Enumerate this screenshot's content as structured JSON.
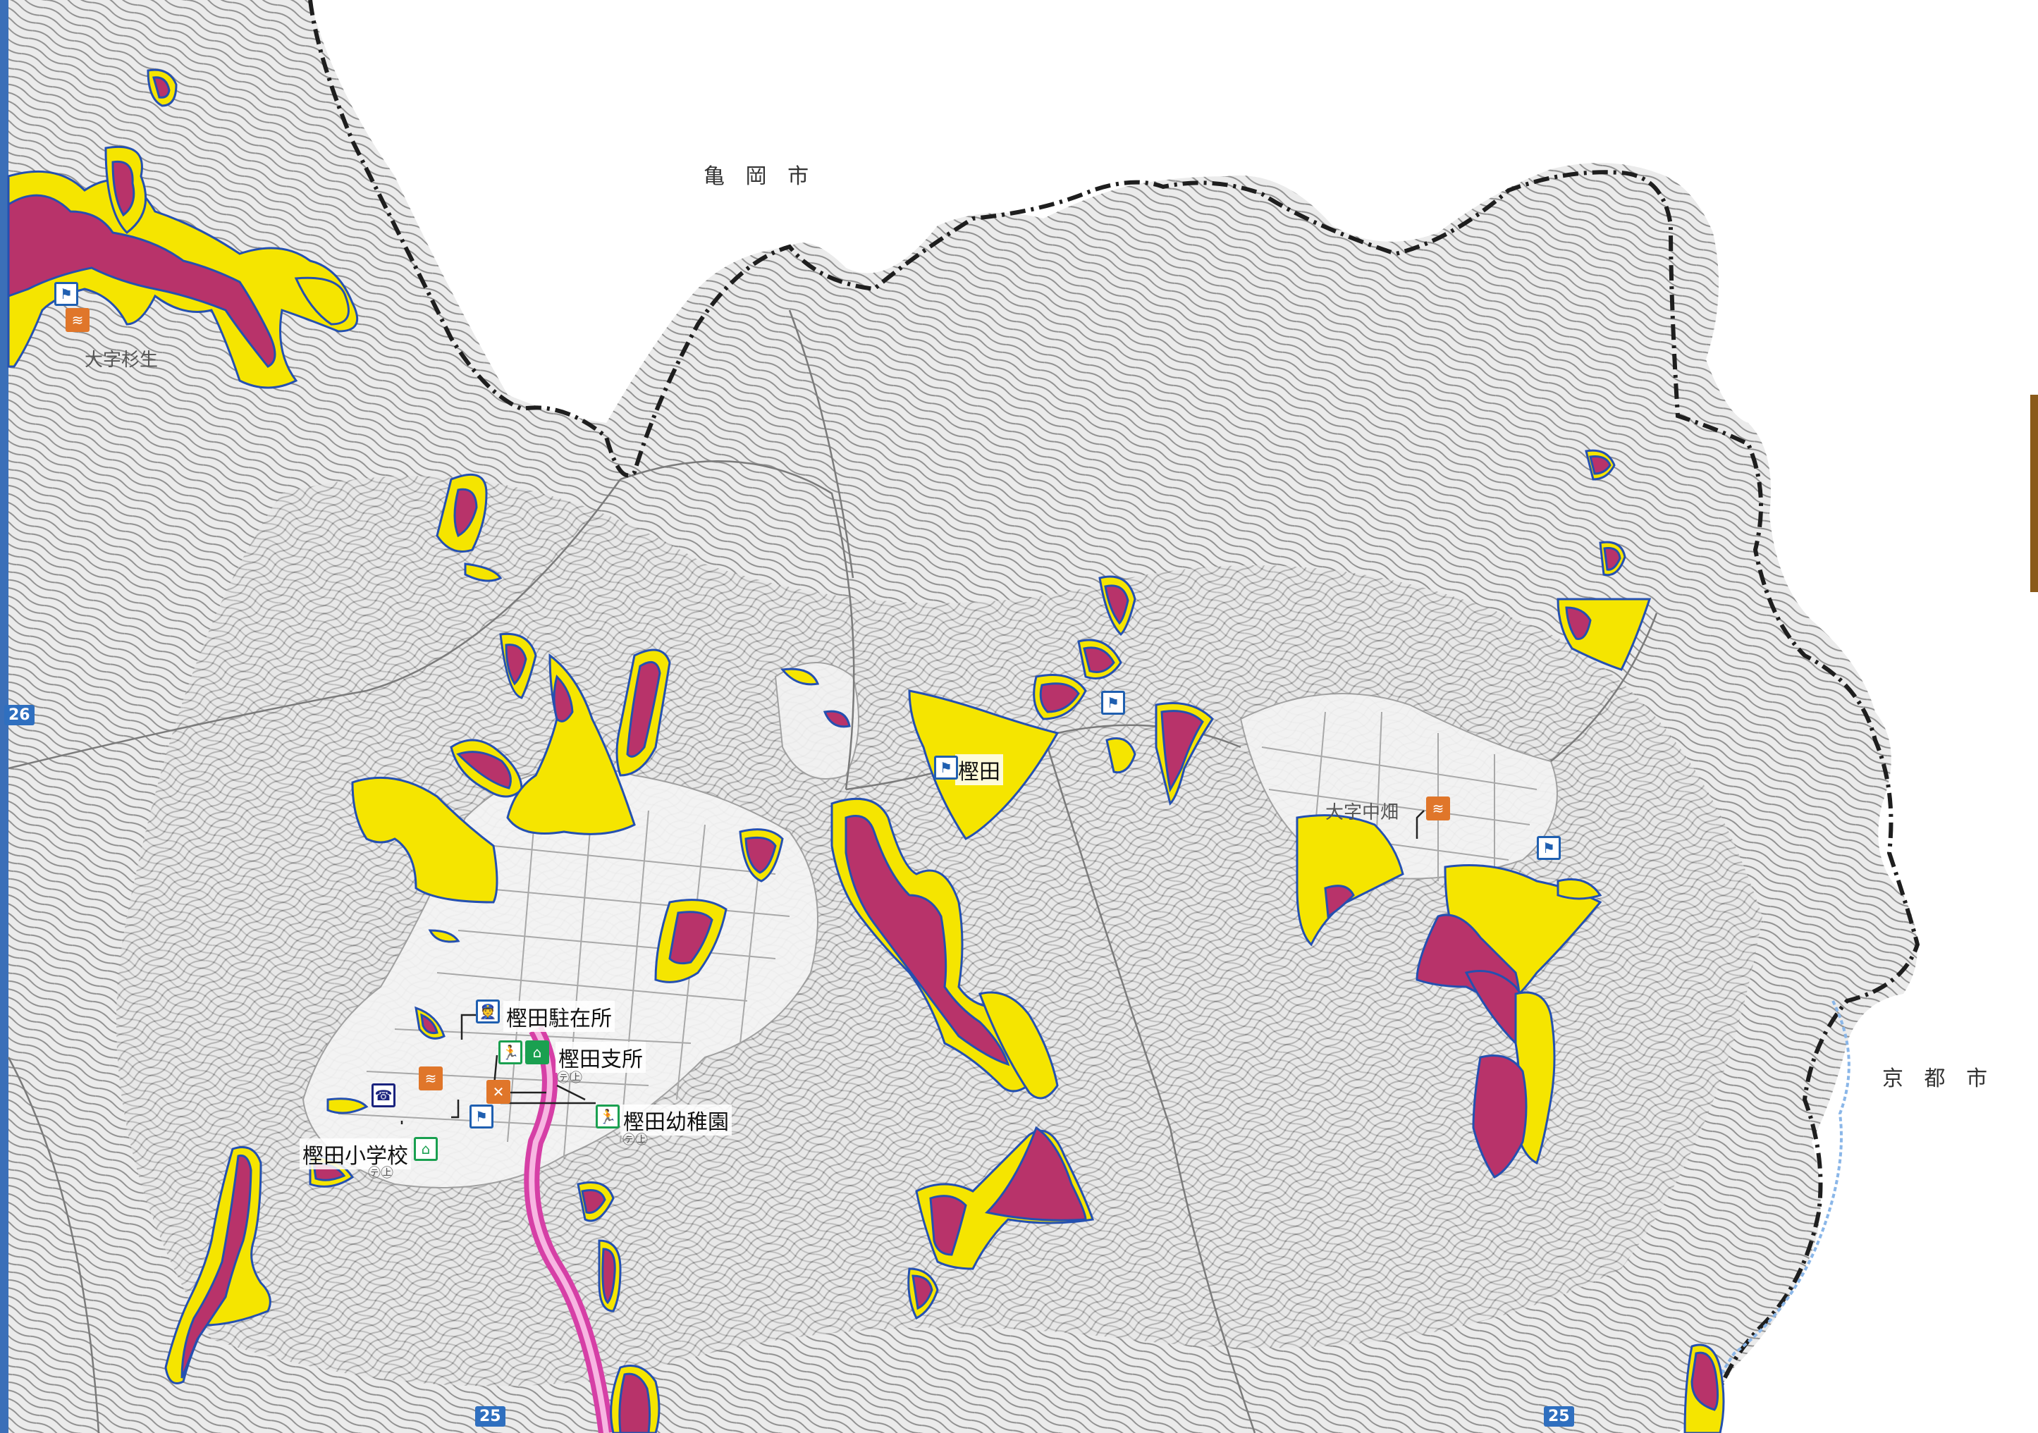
{
  "map": {
    "neighbors": {
      "north": "亀 岡 市",
      "east": "京 都 市"
    },
    "areas": [
      {
        "label": "大字杉生"
      },
      {
        "label": "大字中畑"
      }
    ],
    "places": {
      "kashida": "樫田",
      "police_box": "樫田駐在所",
      "branch_office": "樫田支所",
      "kindergarten": "樫田幼稚園",
      "elementary_school": "樫田小学校"
    },
    "grid_labels": {
      "left_26": "26",
      "bottom_25_a": "25",
      "bottom_25_b": "25"
    },
    "colors": {
      "contour": "#9a9a9a",
      "boundary": "#222222",
      "yellow_zone": "#f5e500",
      "red_zone": "#b8336a",
      "zone_outline": "#2450b0",
      "road": "#d63fa6"
    },
    "icons": {
      "evacuation": "evacuation-icon",
      "police": "police-icon",
      "shelter": "shelter-icon",
      "layers": "layers-icon",
      "heliport": "heliport-icon"
    }
  }
}
